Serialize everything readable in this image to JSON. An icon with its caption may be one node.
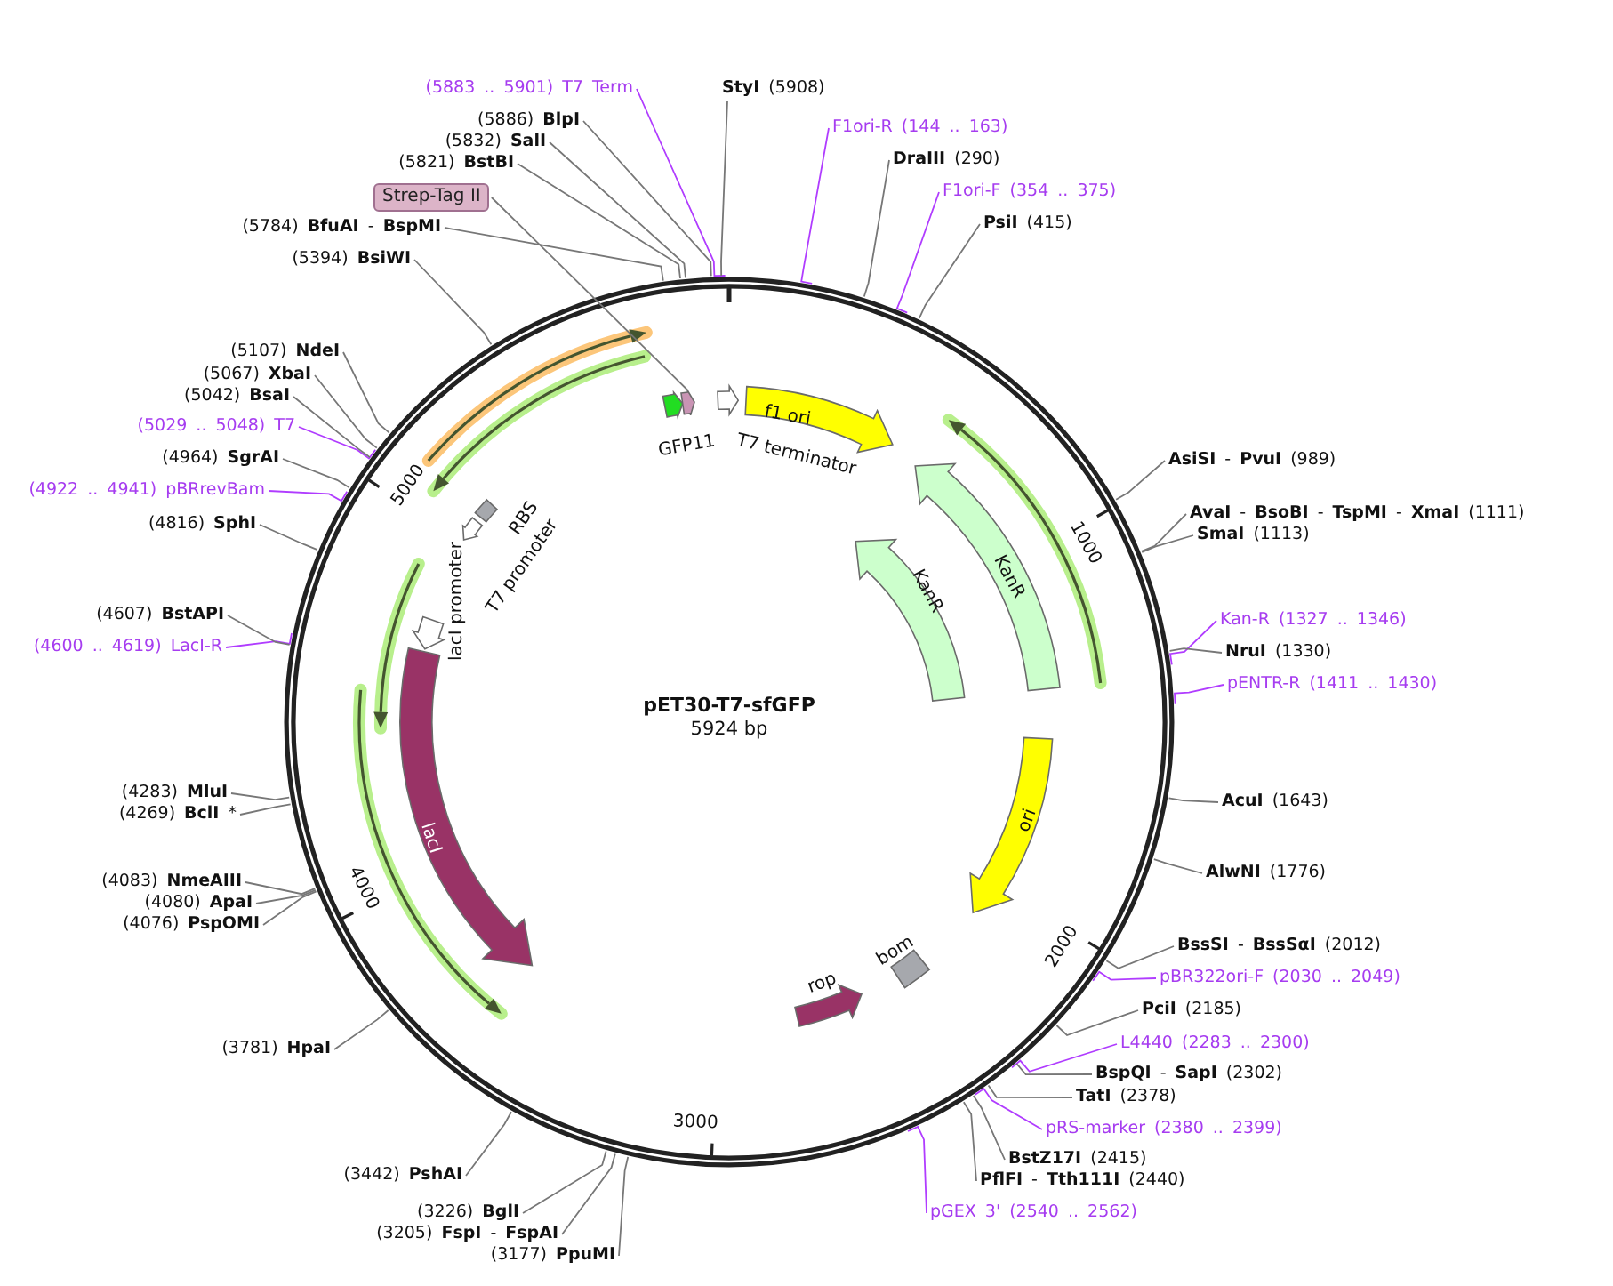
{
  "diagram": {
    "nodes": [
      {
        "text": [
          "pET30-T7-sfGFP",
          "5924 bp"
        ]
      },
      {
        "text": [],
        "shape": "arrow",
        "in": 0
      },
      {
        "text": [],
        "shape": "arrow",
        "in": 0
      },
      {
        "text": [
          "GFP11"
        ],
        "in": 0
      },
      {
        "text": [],
        "shape": "arrow",
        "in": 0
      },
      {
        "text": [
          "T7 terminator"
        ],
        "in": 0
      },
      {
        "text": [
          "f1 ori"
        ],
        "in": 0
      },
      {
        "text": [],
        "shape": "arrow",
        "in": 0
      },
      {
        "text": [
          "KanR"
        ],
        "in": 0
      },
      {
        "text": [
          "KanR"
        ],
        "in": 0
      },
      {
        "text": [
          "RBS"
        ],
        "in": 0
      },
      {
        "text": [
          "T7 promoter"
        ],
        "in": 0
      },
      {
        "text": [],
        "shape": "arrow",
        "in": 0
      },
      {
        "text": [
          "lacI promoter"
        ],
        "in": 0
      },
      {
        "text": [
          "lacI"
        ],
        "in": 0
      },
      {
        "text": [],
        "shape": "arrow",
        "in": 0
      },
      {
        "text": [
          "ori"
        ],
        "in": 0
      },
      {
        "text": [
          "bom"
        ],
        "in": 0
      },
      {
        "text": [
          "rop"
        ],
        "in": 0
      },
      {
        "text": [
          "Strep-Tag II"
        ]
      },
      {
        "text": [
          "(5883 .. 5901) T7 Term"
        ]
      },
      {
        "text": [
          "**StyI** (5908)"
        ]
      },
      {
        "text": [
          "F1ori-R (144 .. 163)"
        ]
      },
      {
        "text": [
          "**DraIII** (290)"
        ]
      },
      {
        "text": [
          "F1ori-F (354 .. 375)"
        ]
      },
      {
        "text": [
          "**PsiI** (415)"
        ]
      },
      {
        "text": [
          "**AsiSI** - **PvuI** (989)"
        ]
      },
      {
        "text": [
          "**AvaI** - **BsoBI** - **TspMI** - **XmaI** (1111)"
        ]
      },
      {
        "text": [
          "**SmaI** (1113)"
        ]
      },
      {
        "text": [
          "Kan-R (1327 .. 1346)"
        ]
      },
      {
        "text": [
          "**NruI** (1330)"
        ]
      },
      {
        "text": [
          "pENTR-R (1411 .. 1430)"
        ]
      },
      {
        "text": [
          "**AcuI** (1643)"
        ]
      },
      {
        "text": [
          "**AlwNI** (1776)"
        ]
      },
      {
        "text": [
          "**BssSI** - **BssSαI** (2012)"
        ]
      },
      {
        "text": [
          "pBR322ori-F (2030 .. 2049)"
        ]
      },
      {
        "text": [
          "**PciI** (2185)"
        ]
      },
      {
        "text": [
          "L4440 (2283 .. 2300)"
        ]
      },
      {
        "text": [
          "**BspQI** - **SapI** (2302)"
        ]
      },
      {
        "text": [
          "**TatI** (2378)"
        ]
      },
      {
        "text": [
          "pRS-marker (2380 .. 2399)"
        ]
      },
      {
        "text": [
          "**BstZ17I** (2415)"
        ]
      },
      {
        "text": [
          "**PflFI** - **Tth111I** (2440)"
        ]
      },
      {
        "text": [
          "pGEX 3' (2540 .. 2562)"
        ]
      },
      {
        "text": [
          "(3177) **PpuMI**"
        ]
      },
      {
        "text": [
          "(3205) **FspI** - **FspAI**"
        ]
      },
      {
        "text": [
          "(3226) **BglI**"
        ]
      },
      {
        "text": [
          "(3442) **PshAI**"
        ]
      },
      {
        "text": [
          "(3781) **HpaI**"
        ]
      },
      {
        "text": [
          "(4076) **PspOMI**"
        ]
      },
      {
        "text": [
          "(4080) **ApaI**"
        ]
      },
      {
        "text": [
          "(4083) **NmeAIII**"
        ]
      },
      {
        "text": [
          "(4269) **BclI** *"
        ]
      },
      {
        "text": [
          "(4283) **MluI**"
        ]
      },
      {
        "text": [
          "(4600 .. 4619) LacI-R"
        ]
      },
      {
        "text": [
          "(4607) **BstAPI**"
        ]
      },
      {
        "text": [
          "(4816) **SphI**"
        ]
      },
      {
        "text": [
          "(4922 .. 4941) pBRrevBam"
        ]
      },
      {
        "text": [
          "(4964) **SgrAI**"
        ]
      },
      {
        "text": [
          "(5029 .. 5048) T7"
        ]
      },
      {
        "text": [
          "(5042) **BsaI**"
        ]
      },
      {
        "text": [
          "(5067) **XbaI**"
        ]
      },
      {
        "text": [
          "(5107) **NdeI**"
        ]
      },
      {
        "text": [
          "(5394) **BsiWI**"
        ]
      },
      {
        "text": [
          "(5784) **BfuAI** - **BspMI**"
        ]
      },
      {
        "text": [
          "(5821) **BstBI**"
        ]
      },
      {
        "text": [
          "(5832) **SalI**"
        ]
      },
      {
        "text": [
          "(5886) **BlpI**"
        ]
      }
    ],
    "edges": [
      {
        "from": 19,
        "to": 4,
        "arrow": "none"
      },
      {
        "from": 20,
        "to": 0,
        "arrow": "none",
        "color": "#b03cff"
      },
      {
        "from": 21,
        "to": 0,
        "arrow": "none"
      },
      {
        "from": 22,
        "to": 0,
        "arrow": "none",
        "color": "#b03cff"
      },
      {
        "from": 23,
        "to": 0,
        "arrow": "none"
      },
      {
        "from": 24,
        "to": 0,
        "arrow": "none",
        "color": "#b03cff"
      },
      {
        "from": 25,
        "to": 0,
        "arrow": "none"
      },
      {
        "from": 26,
        "to": 0,
        "arrow": "none"
      },
      {
        "from": 27,
        "to": 0,
        "arrow": "none"
      },
      {
        "from": 28,
        "to": 0,
        "arrow": "none"
      },
      {
        "from": 29,
        "to": 0,
        "arrow": "none",
        "color": "#b03cff"
      },
      {
        "from": 30,
        "to": 0,
        "arrow": "none"
      },
      {
        "from": 31,
        "to": 0,
        "arrow": "none",
        "color": "#b03cff"
      },
      {
        "from": 32,
        "to": 0,
        "arrow": "none"
      },
      {
        "from": 33,
        "to": 0,
        "arrow": "none"
      },
      {
        "from": 34,
        "to": 0,
        "arrow": "none"
      },
      {
        "from": 35,
        "to": 0,
        "arrow": "none",
        "color": "#b03cff"
      },
      {
        "from": 36,
        "to": 0,
        "arrow": "none"
      },
      {
        "from": 37,
        "to": 0,
        "arrow": "none",
        "color": "#b03cff"
      },
      {
        "from": 38,
        "to": 0,
        "arrow": "none"
      },
      {
        "from": 39,
        "to": 0,
        "arrow": "none"
      },
      {
        "from": 40,
        "to": 0,
        "arrow": "none",
        "color": "#b03cff"
      },
      {
        "from": 41,
        "to": 0,
        "arrow": "none"
      },
      {
        "from": 42,
        "to": 0,
        "arrow": "none"
      },
      {
        "from": 43,
        "to": 0,
        "arrow": "none",
        "color": "#b03cff"
      },
      {
        "from": 44,
        "to": 0,
        "arrow": "none"
      },
      {
        "from": 45,
        "to": 0,
        "arrow": "none"
      },
      {
        "from": 46,
        "to": 0,
        "arrow": "none"
      },
      {
        "from": 47,
        "to": 0,
        "arrow": "none"
      },
      {
        "from": 48,
        "to": 0,
        "arrow": "none"
      },
      {
        "from": 49,
        "to": 0,
        "arrow": "none"
      },
      {
        "from": 50,
        "to": 0,
        "arrow": "none"
      },
      {
        "from": 51,
        "to": 0,
        "arrow": "none"
      },
      {
        "from": 52,
        "to": 0,
        "arrow": "none"
      },
      {
        "from": 53,
        "to": 0,
        "arrow": "none"
      },
      {
        "from": 54,
        "to": 0,
        "arrow": "none",
        "color": "#b03cff"
      },
      {
        "from": 55,
        "to": 0,
        "arrow": "none"
      },
      {
        "from": 56,
        "to": 0,
        "arrow": "none"
      },
      {
        "from": 57,
        "to": 0,
        "arrow": "none",
        "color": "#b03cff"
      },
      {
        "from": 58,
        "to": 0,
        "arrow": "none"
      },
      {
        "from": 59,
        "to": 0,
        "arrow": "none",
        "color": "#b03cff"
      },
      {
        "from": 60,
        "to": 0,
        "arrow": "none"
      },
      {
        "from": 61,
        "to": 0,
        "arrow": "none"
      },
      {
        "from": 62,
        "to": 0,
        "arrow": "none"
      },
      {
        "from": 63,
        "to": 0,
        "arrow": "none"
      },
      {
        "from": 64,
        "to": 0,
        "arrow": "none"
      },
      {
        "from": 65,
        "to": 0,
        "arrow": "none"
      },
      {
        "from": 66,
        "to": 0,
        "arrow": "none"
      },
      {
        "from": 67,
        "to": 0,
        "arrow": "none"
      }
    ],
    "labels": [
      "1000",
      "2000",
      "3000",
      "4000",
      "5000"
    ]
  }
}
